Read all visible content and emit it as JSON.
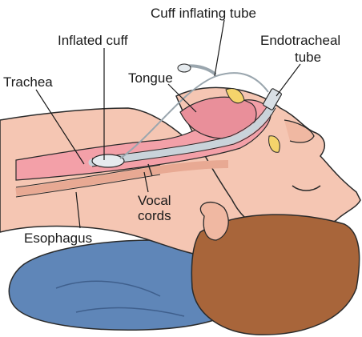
{
  "labels": {
    "cuff_inflating_tube": "Cuff inflating tube",
    "inflated_cuff": "Inflated cuff",
    "endotracheal_line1": "Endotracheal",
    "endotracheal_line2": "tube",
    "trachea": "Trachea",
    "tongue": "Tongue",
    "vocal_line1": "Vocal",
    "vocal_line2": "cords",
    "esophagus": "Esophagus"
  },
  "colors": {
    "skin": "#f5c6b3",
    "skin_shadow": "#e8a993",
    "airway_pink": "#f3a0a8",
    "tongue": "#e98f9a",
    "tube": "#c9d3da",
    "hair": "#a8653a",
    "pillow": "#5f86b8",
    "outline": "#2a2a2a"
  }
}
